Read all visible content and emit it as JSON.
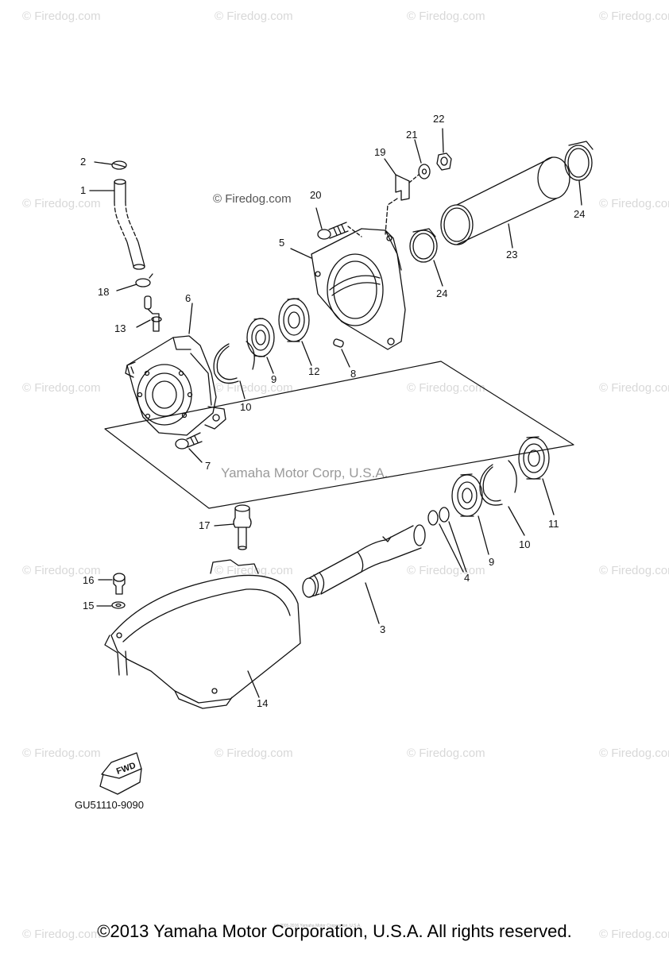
{
  "watermarks": {
    "firedog": "© Firedog.com",
    "firedog_main": "© Firedog.com",
    "yamaha": "Yamaha Motor Corp, U.S.A."
  },
  "callouts": [
    "1",
    "2",
    "3",
    "4",
    "5",
    "6",
    "7",
    "8",
    "9",
    "9",
    "10",
    "10",
    "11",
    "12",
    "13",
    "14",
    "15",
    "16",
    "17",
    "18",
    "19",
    "20",
    "21",
    "22",
    "23",
    "24",
    "24"
  ],
  "fwd_label": "FWD",
  "diagram_code": "GU51110-9090",
  "footer": {
    "copyright": "©2013 Yamaha Motor Corporation, U.S.A. All rights reserved.",
    "fine_print": "(c) 2005-2016 Yamaha Motor Corporation, U.S.A."
  },
  "colors": {
    "line": "#111111",
    "watermark": "#d8d8d8"
  }
}
